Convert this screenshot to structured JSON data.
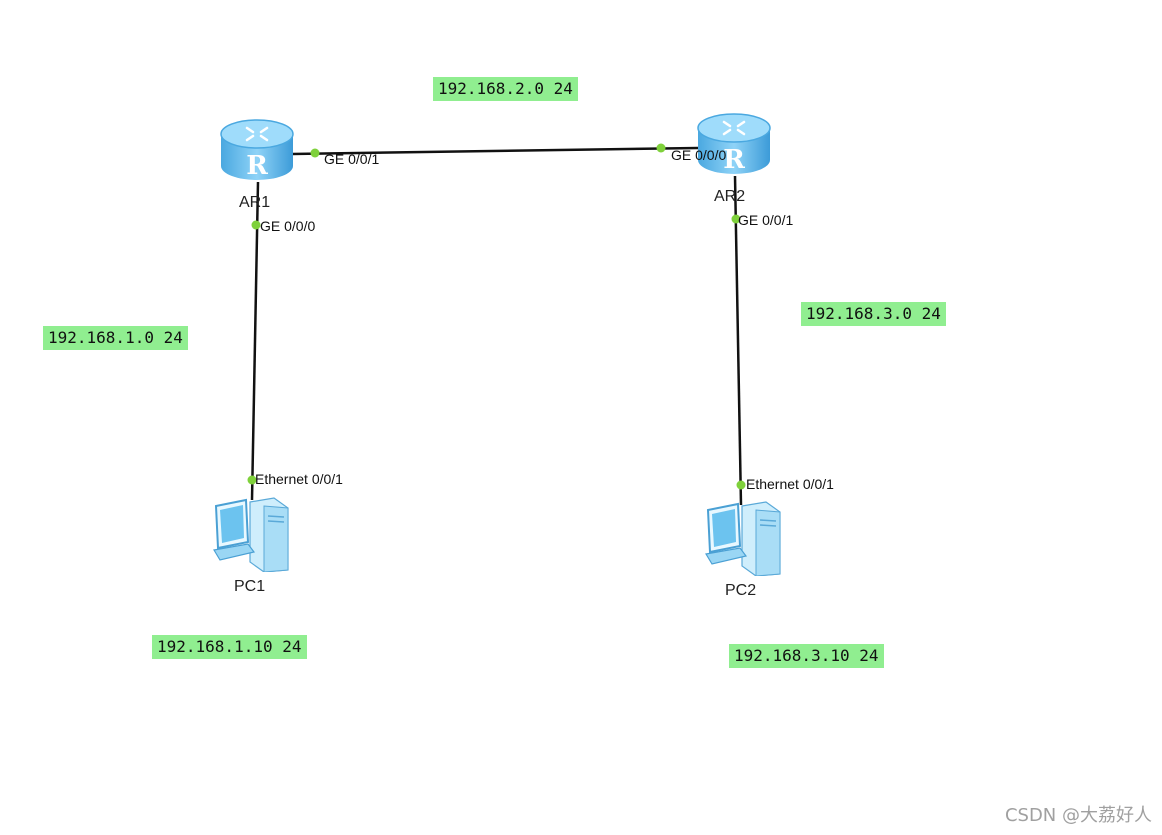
{
  "devices": {
    "ar1": {
      "name": "AR1",
      "icon": "router-icon"
    },
    "ar2": {
      "name": "AR2",
      "icon": "router-icon"
    },
    "pc1": {
      "name": "PC1",
      "icon": "pc-icon"
    },
    "pc2": {
      "name": "PC2",
      "icon": "pc-icon"
    }
  },
  "ports": {
    "ar1_ge001": "GE 0/0/1",
    "ar1_ge000": "GE 0/0/0",
    "ar2_ge000": "GE 0/0/0",
    "ar2_ge001": "GE 0/0/1",
    "pc1_eth": "Ethernet 0/0/1",
    "pc2_eth": "Ethernet 0/0/1"
  },
  "networks": {
    "net_ar1_ar2": "192.168.2.0 24",
    "net_ar1_pc1": "192.168.1.0 24",
    "net_ar2_pc2": "192.168.3.0 24",
    "pc1_ip": "192.168.1.10 24",
    "pc2_ip": "192.168.3.10 24"
  },
  "watermark": "CSDN @大荔好人",
  "colors": {
    "label_bg": "#90ee90",
    "port_dot": "#7fd13b",
    "router_blue": "#5fb8ea",
    "link": "#111111"
  }
}
